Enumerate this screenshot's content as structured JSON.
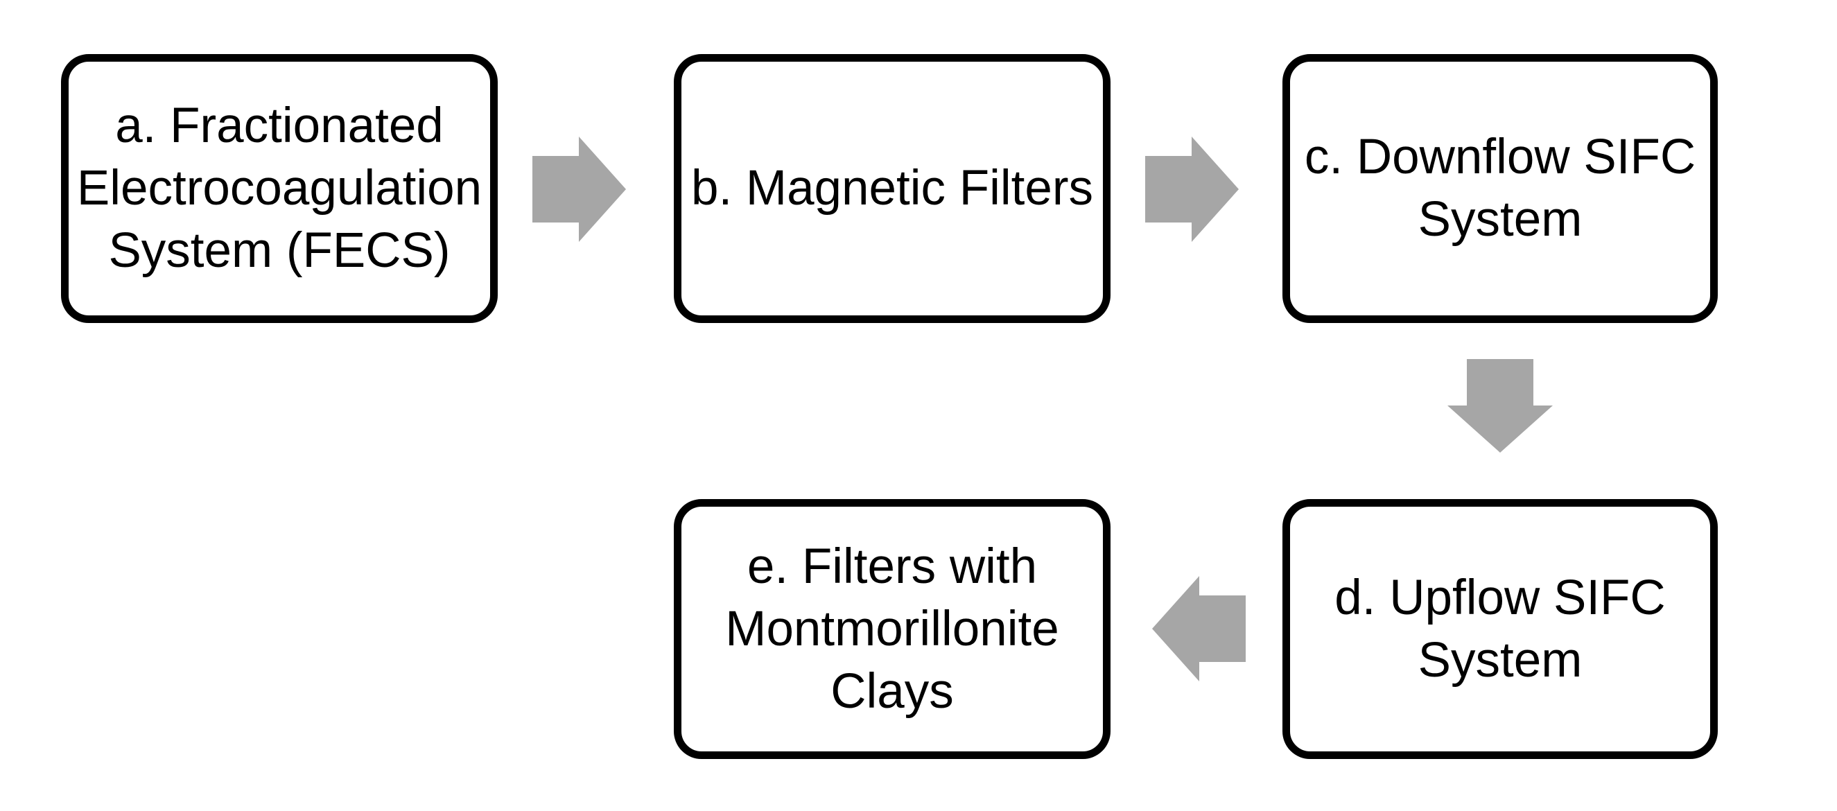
{
  "diagram": {
    "type": "flowchart",
    "boxes": [
      {
        "id": "a",
        "label": "a. Fractionated Electrocoagulation System (FECS)",
        "lines": [
          "a. Fractionated",
          "Electrocoagulation",
          "System (FECS)"
        ]
      },
      {
        "id": "b",
        "label": "b. Magnetic Filters",
        "lines": [
          "b. Magnetic Filters"
        ]
      },
      {
        "id": "c",
        "label": "c. Downflow SIFC System",
        "lines": [
          "c. Downflow SIFC",
          "System"
        ]
      },
      {
        "id": "d",
        "label": "d. Upflow SIFC System",
        "lines": [
          "d. Upflow SIFC",
          "System"
        ]
      },
      {
        "id": "e",
        "label": "e. Filters with Montmorillonite Clays",
        "lines": [
          "e. Filters with",
          "Montmorillonite",
          "Clays"
        ]
      }
    ],
    "arrows": [
      {
        "from": "a",
        "to": "b",
        "direction": "right"
      },
      {
        "from": "b",
        "to": "c",
        "direction": "right"
      },
      {
        "from": "c",
        "to": "d",
        "direction": "down"
      },
      {
        "from": "d",
        "to": "e",
        "direction": "left"
      }
    ],
    "colors": {
      "arrow": "#a6a6a6",
      "box_border": "#000000",
      "box_fill": "#ffffff",
      "text": "#000000",
      "background": "#ffffff"
    }
  }
}
